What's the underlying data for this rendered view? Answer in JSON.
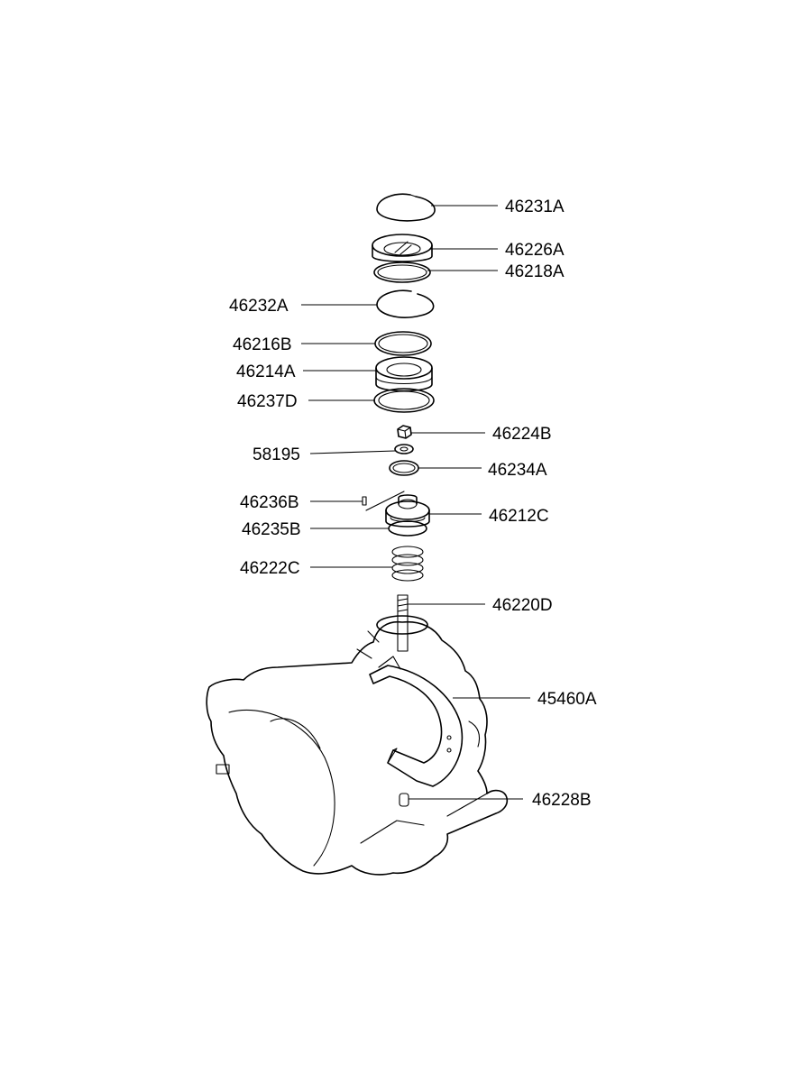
{
  "labels": {
    "p46231A": "46231A",
    "p46226A": "46226A",
    "p46218A": "46218A",
    "p46232A": "46232A",
    "p46216B": "46216B",
    "p46214A": "46214A",
    "p46237D": "46237D",
    "p46224B": "46224B",
    "p58195": "58195",
    "p46234A": "46234A",
    "p46236B": "46236B",
    "p46212C": "46212C",
    "p46235B": "46235B",
    "p46222C": "46222C",
    "p46220D": "46220D",
    "p45460A": "45460A",
    "p46228B": "46228B"
  }
}
